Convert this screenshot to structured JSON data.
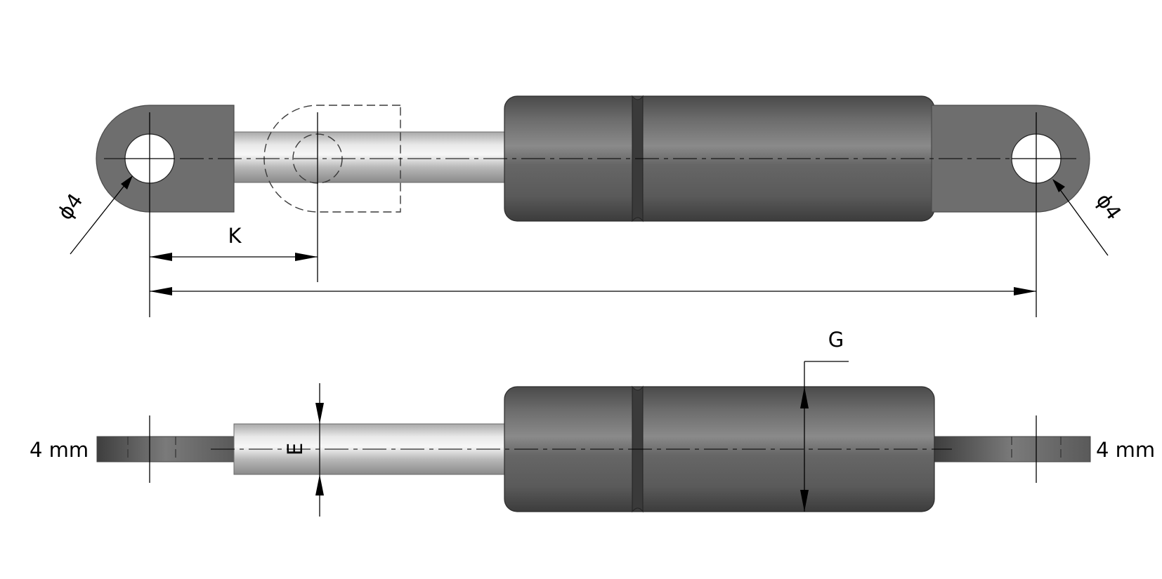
{
  "labels": {
    "dia_left": "ϕ4",
    "dia_right": "ϕ4",
    "dim_k": "K",
    "dim_g": "G",
    "dim_e": "E",
    "thickness_left": "4 mm",
    "thickness_right": "4 mm"
  },
  "colors": {
    "body": "#5c5c5c",
    "body_dark": "#3d3d3d",
    "eye": "#6e6e6e",
    "rod_light": "#e2e2e2",
    "rod_dark": "#8e8e8e",
    "line": "#000000"
  }
}
